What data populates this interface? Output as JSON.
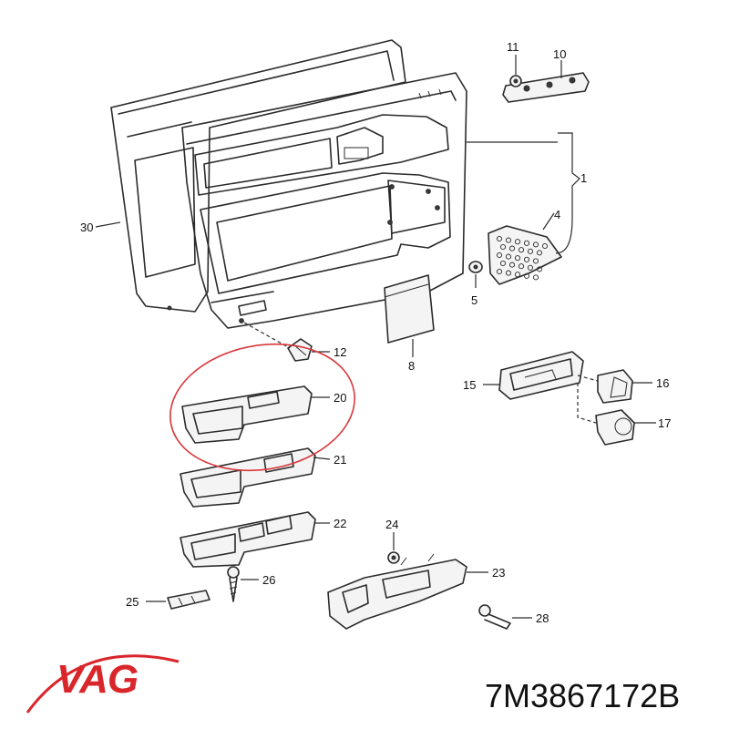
{
  "callouts": {
    "c1": "1",
    "c4": "4",
    "c5": "5",
    "c8": "8",
    "c10": "10",
    "c11": "11",
    "c12": "12",
    "c15": "15",
    "c16": "16",
    "c17": "17",
    "c20": "20",
    "c21": "21",
    "c22": "22",
    "c23": "23",
    "c24": "24",
    "c25": "25",
    "c26": "26",
    "c28": "28",
    "c30": "30"
  },
  "brand": {
    "logo_text": "VAG",
    "logo_color": "#d9262b"
  },
  "part_number": "7M3867172B",
  "highlight_color": "#d9373b"
}
